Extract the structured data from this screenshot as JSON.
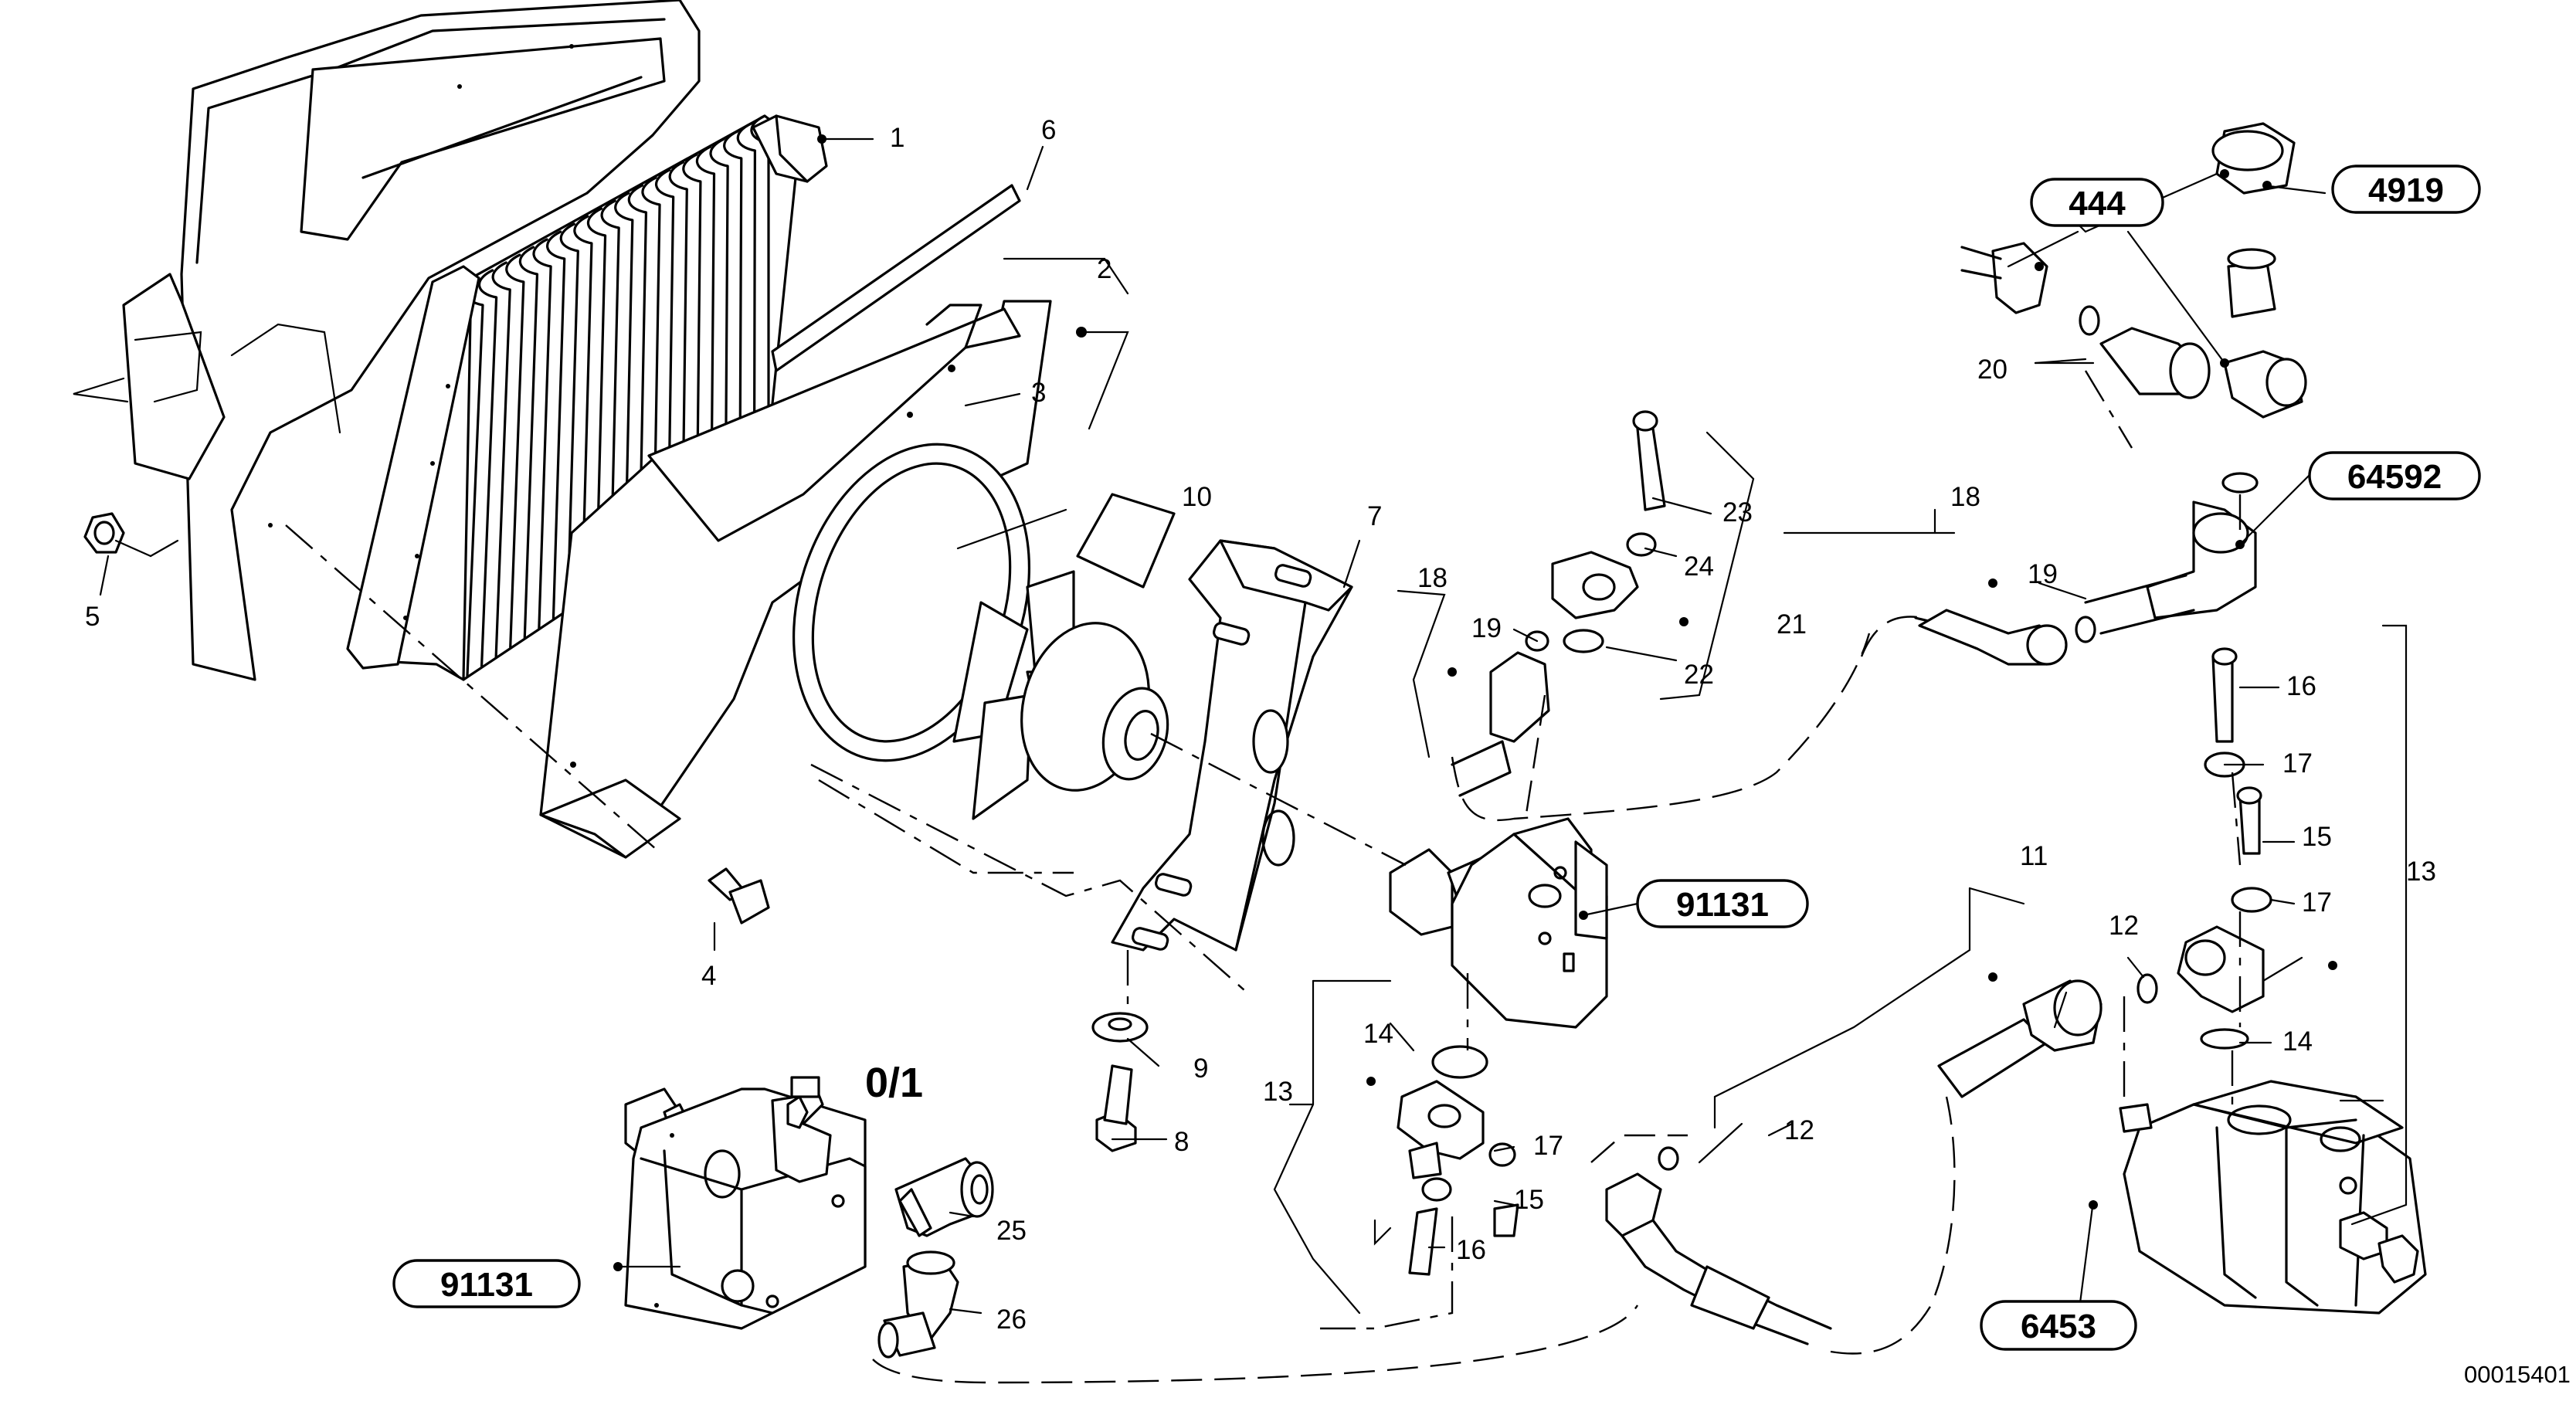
{
  "diagram": {
    "drawing_number": "00015401",
    "variant_label": "0/1",
    "part_numbers": [
      {
        "id": "p1",
        "label": "1"
      },
      {
        "id": "p2",
        "label": "2"
      },
      {
        "id": "p3",
        "label": "3"
      },
      {
        "id": "p4",
        "label": "4"
      },
      {
        "id": "p5",
        "label": "5"
      },
      {
        "id": "p6",
        "label": "6"
      },
      {
        "id": "p7",
        "label": "7"
      },
      {
        "id": "p8",
        "label": "8"
      },
      {
        "id": "p9",
        "label": "9"
      },
      {
        "id": "p10",
        "label": "10"
      },
      {
        "id": "p11",
        "label": "11"
      },
      {
        "id": "p12a",
        "label": "12"
      },
      {
        "id": "p12b",
        "label": "12"
      },
      {
        "id": "p13a",
        "label": "13"
      },
      {
        "id": "p13b",
        "label": "13"
      },
      {
        "id": "p14a",
        "label": "14"
      },
      {
        "id": "p14b",
        "label": "14"
      },
      {
        "id": "p15a",
        "label": "15"
      },
      {
        "id": "p15b",
        "label": "15"
      },
      {
        "id": "p16a",
        "label": "16"
      },
      {
        "id": "p16b",
        "label": "16"
      },
      {
        "id": "p17a",
        "label": "17"
      },
      {
        "id": "p17b",
        "label": "17"
      },
      {
        "id": "p17c",
        "label": "17"
      },
      {
        "id": "p18a",
        "label": "18"
      },
      {
        "id": "p18b",
        "label": "18"
      },
      {
        "id": "p19a",
        "label": "19"
      },
      {
        "id": "p19b",
        "label": "19"
      },
      {
        "id": "p20",
        "label": "20"
      },
      {
        "id": "p21",
        "label": "21"
      },
      {
        "id": "p22",
        "label": "22"
      },
      {
        "id": "p23",
        "label": "23"
      },
      {
        "id": "p24",
        "label": "24"
      },
      {
        "id": "p25",
        "label": "25"
      },
      {
        "id": "p26",
        "label": "26"
      }
    ],
    "reference_groups": [
      {
        "id": "r444",
        "label": "444"
      },
      {
        "id": "r4919",
        "label": "4919"
      },
      {
        "id": "r64592",
        "label": "64592"
      },
      {
        "id": "r91131a",
        "label": "91131"
      },
      {
        "id": "r91131b",
        "label": "91131"
      },
      {
        "id": "r6453",
        "label": "6453"
      }
    ]
  }
}
